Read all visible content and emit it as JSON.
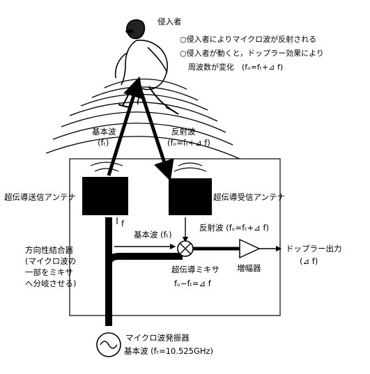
{
  "intruder": {
    "label": "侵入者"
  },
  "notes": [
    "○侵入者によりマイクロ波が反射される",
    "○侵入者が動くと，ドップラー効果により",
    "周波数が変化　(fₒ=fₜ+⊿ f)"
  ],
  "waves": {
    "fundamental_label": "基本波",
    "fundamental_sub": "(fₜ)",
    "reflected_label": "反射波",
    "reflected_sub": "(fₒ=fₜ+⊿ f)"
  },
  "antennas": {
    "tx": "超伝導送信アンテナ",
    "rx": "超伝導受信アンテナ"
  },
  "circuit": {
    "tx_arrow_label": "f",
    "fundamental_inner": "基本波 (fₜ)",
    "reflected_inner": "反射波 (fₒ=fₜ+⊿ f)",
    "coupler": [
      "方向性結合器",
      "(マイクロ波の",
      "一部をミキサ",
      "へ分岐させる)"
    ],
    "mixer": "超伝導ミキサ",
    "mixer_formula": "fₒ−fₜ=⊿ f",
    "amplifier": "増幅器",
    "doppler_out": "ドップラー出力",
    "doppler_sub": "(⊿ f)",
    "oscillator": "マイクロ波発振器",
    "osc_freq": "基本波 (fₜ=10.525GHz)"
  }
}
